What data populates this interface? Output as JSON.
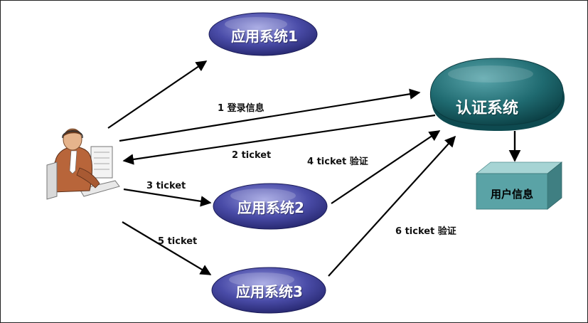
{
  "nodes": {
    "app1": "应用系统1",
    "app2": "应用系统2",
    "app3": "应用系统3",
    "auth": "认证系统",
    "userinfo": "用户信息"
  },
  "edges": {
    "login": "1 登录信息",
    "ticket2": "2 ticket",
    "ticket3": "3 ticket",
    "verify4": "4 ticket 验证",
    "ticket5": "5 ticket",
    "verify6": "6 ticket 验证"
  },
  "colors": {
    "app_dark": "#2a2b7a",
    "app_light": "#8b8ed0",
    "auth_dark": "#0d4a50",
    "auth_light": "#3d8e94",
    "box_front": "#5ea6a8",
    "box_top": "#9fd0d0",
    "box_side": "#3f7d80",
    "arrow": "#000000"
  }
}
